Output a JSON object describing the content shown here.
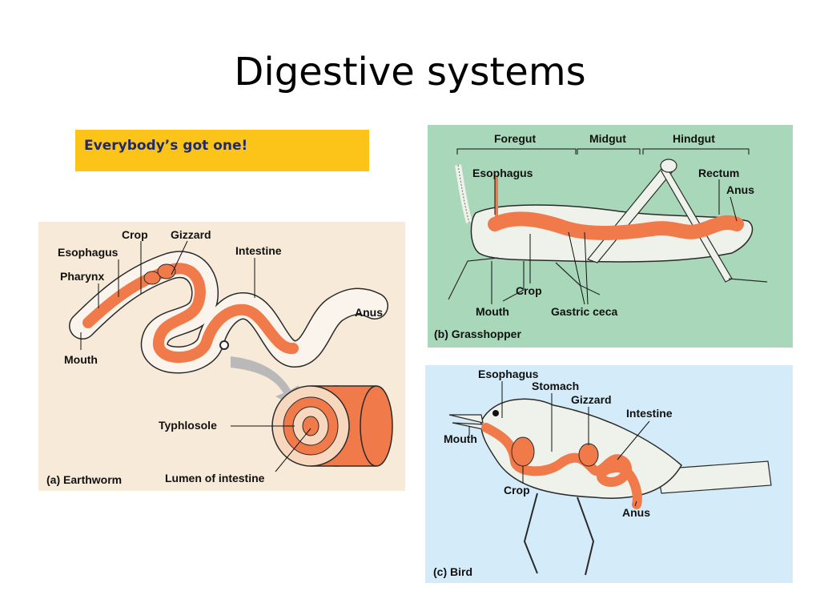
{
  "slide": {
    "title": "Digestive systems",
    "callout": "Everybody’s got one!"
  },
  "earthworm": {
    "caption": "(a) Earthworm",
    "labels": {
      "crop": "Crop",
      "gizzard": "Gizzard",
      "esophagus": "Esophagus",
      "pharynx": "Pharynx",
      "intestine": "Intestine",
      "anus": "Anus",
      "mouth": "Mouth",
      "typhlosole": "Typhlosole",
      "lumen": "Lumen of intestine"
    }
  },
  "grasshopper": {
    "caption": "(b) Grasshopper",
    "labels": {
      "foregut": "Foregut",
      "midgut": "Midgut",
      "hindgut": "Hindgut",
      "esophagus": "Esophagus",
      "rectum": "Rectum",
      "anus": "Anus",
      "crop": "Crop",
      "mouth": "Mouth",
      "gastric_ceca": "Gastric ceca"
    }
  },
  "bird": {
    "caption": "(c) Bird",
    "labels": {
      "esophagus": "Esophagus",
      "stomach": "Stomach",
      "gizzard": "Gizzard",
      "intestine": "Intestine",
      "mouth": "Mouth",
      "crop": "Crop",
      "anus": "Anus"
    }
  },
  "colors": {
    "callout_bg": "#fcc419",
    "callout_text": "#1f2a6b",
    "earthworm_bg": "#f8ead8",
    "grasshopper_bg": "#a8d8b9",
    "bird_bg": "#d4ecfa",
    "gut_orange": "#f07a4a",
    "outline": "#2a2a2a"
  },
  "icons": [
    "earthworm-diagram",
    "grasshopper-diagram",
    "bird-diagram",
    "cross-section-arrow"
  ]
}
